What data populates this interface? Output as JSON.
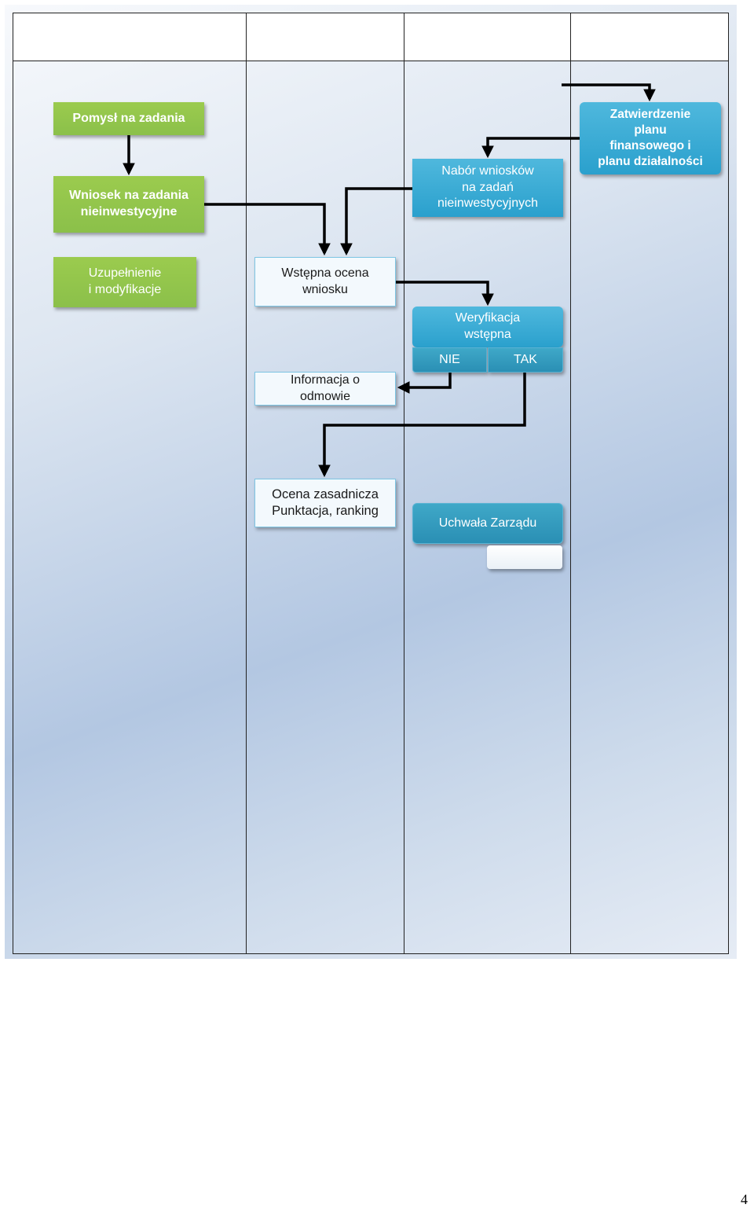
{
  "nodes": {
    "pomysl": "Pomysł na zadania",
    "wniosek": "Wniosek na zadania\nnieinwestycyjne",
    "nabor": "Nabór wniosków\nna zadań\nnieinwestycyjnych",
    "zatwierdzenie": "Zatwierdzenie\nplanu\nfinansowego i\nplanu działalności",
    "uzupelnienie": "Uzupełnienie\ni modyfikacje",
    "wstepna_ocena": "Wstępna ocena\nwniosku",
    "weryfikacja": "Weryfikacja\nwstępna",
    "nie": "NIE",
    "tak": "TAK",
    "informacja": "Informacja o\nodmowie",
    "ocena_zasadnicza": "Ocena zasadnicza\nPunktacja, ranking",
    "uchwala": "Uchwała Zarządu"
  },
  "page_number": "4",
  "colors": {
    "green": "#8bc04a",
    "teal": "#2aa0cd",
    "arrow": "#000000"
  }
}
